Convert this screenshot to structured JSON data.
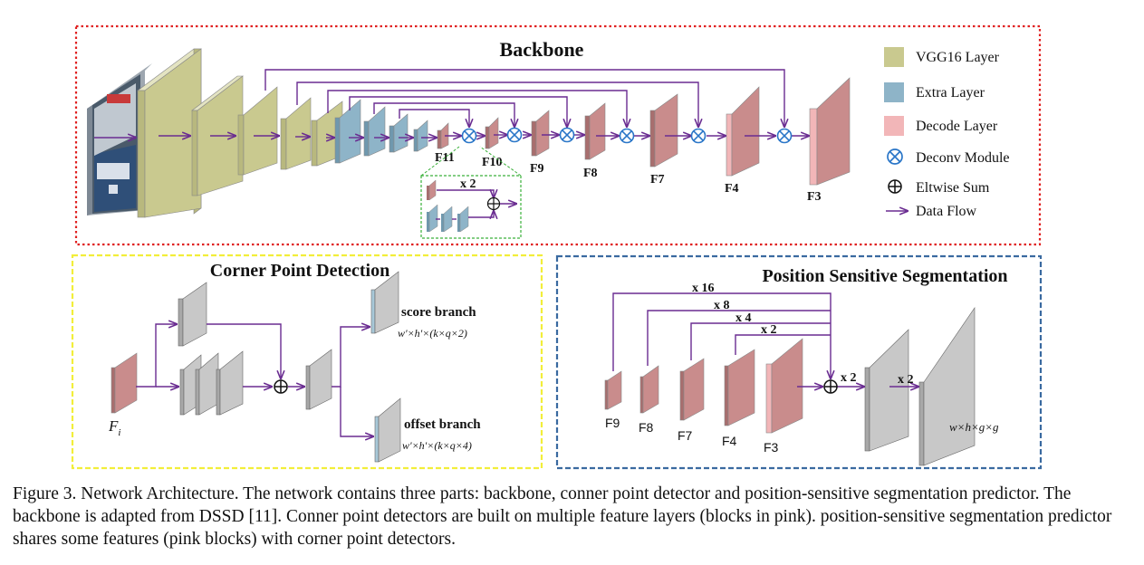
{
  "backbone": {
    "title": "Backbone",
    "feature_labels": [
      "F11",
      "F10",
      "F9",
      "F8",
      "F7",
      "F4",
      "F3"
    ],
    "inset_multiplier": "x 2"
  },
  "legend": {
    "items": [
      {
        "label": "VGG16 Layer",
        "color": "#c9c98f",
        "icon": "vgg16-layer-swatch"
      },
      {
        "label": "Extra Layer",
        "color": "#8eb4c8",
        "icon": "extra-layer-swatch"
      },
      {
        "label": "Decode Layer",
        "color": "#f2b6b8",
        "icon": "decode-layer-swatch"
      },
      {
        "label": "Deconv Module",
        "icon": "deconv-module-icon"
      },
      {
        "label": "Eltwise Sum",
        "icon": "eltwise-sum-icon"
      },
      {
        "label": "Data Flow",
        "icon": "data-flow-arrow-icon"
      }
    ]
  },
  "corner": {
    "title": "Corner Point Detection",
    "input_label": "F",
    "input_subscript": "i",
    "score_branch": "score branch",
    "score_formula": "w'×h'×(k×q×2)",
    "offset_branch": "offset branch",
    "offset_formula": "w'×h'×(k×q×4)"
  },
  "pss": {
    "title": "Position Sensitive Segmentation",
    "multipliers": [
      "x 16",
      "x 8",
      "x 4",
      "x 2"
    ],
    "feature_labels": [
      "F9",
      "F8",
      "F7",
      "F4",
      "F3"
    ],
    "upsample_1": "x 2",
    "upsample_2": "x 2",
    "output_formula": "w×h×g×g"
  },
  "colors": {
    "vgg": "#c9c98f",
    "extra": "#8eb4c8",
    "decode": "#c98c8c",
    "decode_light": "#f2b6b8",
    "gray": "#c8c8c8",
    "flow": "#6a2c91",
    "deconv": "#2a76c8",
    "border_red": "#e02020",
    "border_yellow": "#f2ee3a",
    "border_blue": "#3a6aa0",
    "border_green": "#3ab03a"
  },
  "caption": "Figure 3. Network Architecture. The network contains three parts: backbone, conner point detector and position-sensitive segmentation predictor. The backbone is adapted from DSSD [11]. Conner point detectors are built on multiple feature layers (blocks in pink). position-sensitive segmentation predictor shares some features (pink blocks) with corner point detectors."
}
